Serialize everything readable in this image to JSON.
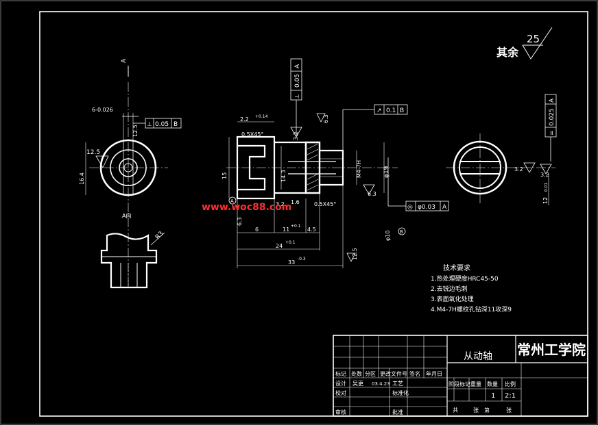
{
  "drawing": {
    "roughness_symbol": {
      "label": "其余",
      "value": "25"
    },
    "view_label_a": "A",
    "view_label_a_dir": "A向",
    "left_view": {
      "dim_top": "6-0.026",
      "dim_top_small": "0",
      "datum": "B",
      "tol_symbol": "⟂",
      "tol_value": "0.05",
      "dim_small": "12.5",
      "dim_dia_left": "16.4",
      "dim_vert": "12.5"
    },
    "front_view": {
      "tol_box_vert": {
        "symbol": "⟂",
        "value": "0.05",
        "datum": "A"
      },
      "tol_box_horiz": {
        "symbol": "↗",
        "value": "0.1",
        "datum": "B"
      },
      "tol_concentric": {
        "symbol": "◎",
        "value": "φ0.03",
        "datum": "A"
      },
      "dims": [
        "2.2",
        "+0.14",
        "0.5X45°",
        "3.2",
        "6.3",
        "M4-7H",
        "φ19",
        "15",
        "14.3",
        "1.6",
        "0.5X45°",
        "6.3",
        "6.3",
        "6",
        "11",
        "+0.1",
        "4.5",
        "24",
        "+0.1",
        "33",
        "-0.3",
        "12.5",
        "φ10",
        "3.2"
      ],
      "datum_label": "A",
      "datum_b": "B"
    },
    "right_view": {
      "tol_box": {
        "symbol": "=",
        "value": "0.025",
        "datum": "A"
      },
      "dims": [
        "3.2",
        "3.2",
        "12",
        "0.01"
      ]
    },
    "bottom_view": {
      "dim": "R3"
    },
    "watermark": "www.woc88.com",
    "tech_requirements": {
      "title": "技术要求",
      "items": [
        "1.热处理硬度HRC45-50",
        "2.去锐边毛刺",
        "3.表面氧化处理",
        "4.M4-7H螺纹孔钻深11攻深9"
      ]
    }
  },
  "title_block": {
    "part_name": "从动轴",
    "school": "常州工学院",
    "row_headers": [
      "标记",
      "处数",
      "分区",
      "更改文件号",
      "签名",
      "年月日"
    ],
    "design": "设计",
    "designer": "吴更",
    "date": "03.4.23",
    "process": "工艺",
    "check": "校对",
    "standard": "标准化",
    "approve": "审核",
    "approve2": "批准",
    "stage_headers": [
      "阶段标记",
      "重量",
      "数量",
      "比例"
    ],
    "quantity": "1",
    "scale": "2:1",
    "sheets": [
      "共",
      "张",
      "第",
      "张"
    ]
  }
}
